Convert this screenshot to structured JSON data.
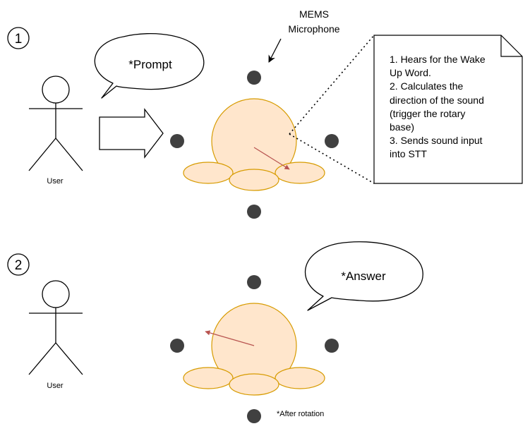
{
  "steps": {
    "step1": "1",
    "step2": "2"
  },
  "labels": {
    "mic_line1": "MEMS",
    "mic_line2": "Microphone",
    "user1": "User",
    "user2": "User",
    "prompt_bubble": "*Prompt",
    "answer_bubble": "*Answer",
    "after_rotation": "*After rotation"
  },
  "note": {
    "lines": [
      "1. Hears for the Wake",
      "Up Word.",
      "2. Calculates the",
      "direction of the sound",
      "(trigger the rotary",
      "base)",
      "3. Sends sound input",
      "into STT"
    ]
  },
  "colors": {
    "body_fill": "#ffe6cc",
    "body_stroke": "#d79b00",
    "direction_arrow": "#b85450",
    "mic_dot": "#404040",
    "line": "#000000"
  }
}
